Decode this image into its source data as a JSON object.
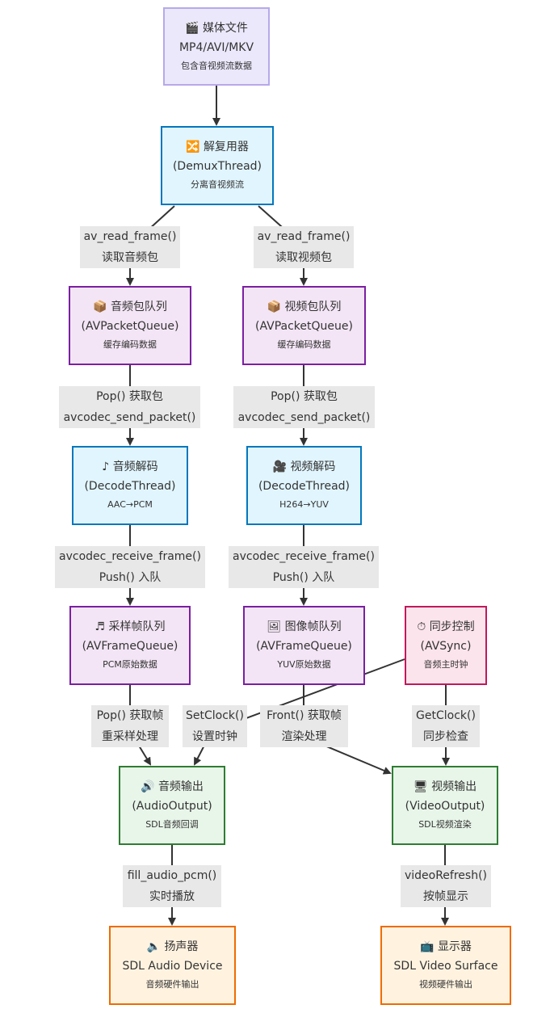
{
  "nodes": {
    "media": {
      "icon": "🎬",
      "title": "媒体文件",
      "line2": "MP4/AVI/MKV",
      "desc": "包含音视频流数据"
    },
    "demux": {
      "icon": "🔀",
      "title": "解复用器",
      "line2": "(DemuxThread)",
      "desc": "分离音视频流"
    },
    "apq": {
      "icon": "📦",
      "title": "音频包队列",
      "line2": "(AVPacketQueue)",
      "desc": "缓存编码数据"
    },
    "vpq": {
      "icon": "📦",
      "title": "视频包队列",
      "line2": "(AVPacketQueue)",
      "desc": "缓存编码数据"
    },
    "adec": {
      "icon": "♪",
      "title": "音频解码",
      "line2": "(DecodeThread)",
      "desc": "AAC→PCM"
    },
    "vdec": {
      "icon": "🎥",
      "title": "视频解码",
      "line2": "(DecodeThread)",
      "desc": "H264→YUV"
    },
    "afq": {
      "icon": "♬",
      "title": "采样帧队列",
      "line2": "(AVFrameQueue)",
      "desc": "PCM原始数据"
    },
    "vfq": {
      "icon": "🖼",
      "title": "图像帧队列",
      "line2": "(AVFrameQueue)",
      "desc": "YUV原始数据"
    },
    "sync": {
      "icon": "⏱",
      "title": "同步控制",
      "line2": "(AVSync)",
      "desc": "音频主时钟"
    },
    "aout": {
      "icon": "🔊",
      "title": "音频输出",
      "line2": "(AudioOutput)",
      "desc": "SDL音频回调"
    },
    "vout": {
      "icon": "🖥",
      "title": "视频输出",
      "line2": "(VideoOutput)",
      "desc": "SDL视频渲染"
    },
    "spk": {
      "icon": "🔈",
      "title": "扬声器",
      "line2": "SDL Audio Device",
      "desc": "音频硬件输出"
    },
    "disp": {
      "icon": "📺",
      "title": "显示器",
      "line2": "SDL Video Surface",
      "desc": "视频硬件输出"
    }
  },
  "edges": {
    "read_audio": {
      "line1": "av_read_frame()",
      "line2": "读取音频包"
    },
    "read_video": {
      "line1": "av_read_frame()",
      "line2": "读取视频包"
    },
    "send_audio": {
      "line1": "Pop() 获取包",
      "line2": "avcodec_send_packet()"
    },
    "send_video": {
      "line1": "Pop() 获取包",
      "line2": "avcodec_send_packet()"
    },
    "recv_audio": {
      "line1": "avcodec_receive_frame()",
      "line2": "Push() 入队"
    },
    "recv_video": {
      "line1": "avcodec_receive_frame()",
      "line2": "Push() 入队"
    },
    "pop_frame": {
      "line1": "Pop() 获取帧",
      "line2": "重采样处理"
    },
    "set_clock": {
      "line1": "SetClock()",
      "line2": "设置时钟"
    },
    "front_frame": {
      "line1": "Front() 获取帧",
      "line2": "渲染处理"
    },
    "get_clock": {
      "line1": "GetClock()",
      "line2": "同步检查"
    },
    "fill_pcm": {
      "line1": "fill_audio_pcm()",
      "line2": "实时播放"
    },
    "video_refresh": {
      "line1": "videoRefresh()",
      "line2": "按帧显示"
    }
  },
  "palette": {
    "source": {
      "fill": "#ebe8fb",
      "border": "#b6a9ea"
    },
    "process": {
      "fill": "#e1f5fe",
      "border": "#0277bd"
    },
    "queue": {
      "fill": "#f3e5f5",
      "border": "#7b1fa2"
    },
    "sync": {
      "fill": "#fce4ec",
      "border": "#c2185b"
    },
    "output": {
      "fill": "#e8f5e9",
      "border": "#2e7d32"
    },
    "device": {
      "fill": "#fff3e0",
      "border": "#ef6c00"
    },
    "edge": "#333333",
    "label_bg": "#e8e8e8"
  }
}
